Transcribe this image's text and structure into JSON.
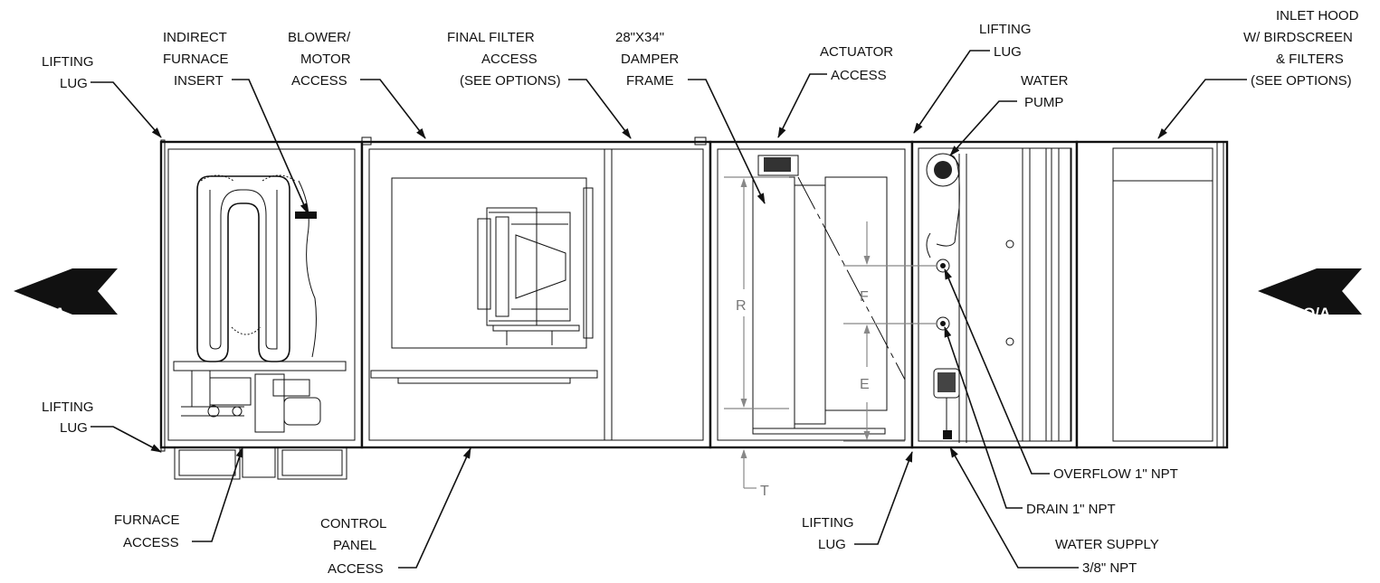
{
  "labels": {
    "lifting_lug_tl": [
      "LIFTING",
      "LUG"
    ],
    "lifting_lug_bl": [
      "LIFTING",
      "LUG"
    ],
    "lifting_lug_tr": [
      "LIFTING",
      "LUG"
    ],
    "lifting_lug_br": [
      "LIFTING",
      "LUG"
    ],
    "indirect_furnace": [
      "INDIRECT",
      "FURNACE",
      "INSERT"
    ],
    "blower_motor": [
      "BLOWER/",
      "MOTOR",
      "ACCESS"
    ],
    "final_filter": [
      "FINAL FILTER",
      "ACCESS",
      "(SEE OPTIONS)"
    ],
    "damper_frame": [
      "28\"X34\"",
      "DAMPER",
      "FRAME"
    ],
    "actuator": [
      "ACTUATOR",
      "ACCESS"
    ],
    "water_pump": [
      "WATER",
      "PUMP"
    ],
    "inlet_hood": [
      "INLET HOOD",
      "W/ BIRDSCREEN",
      "& FILTERS",
      "(SEE OPTIONS)"
    ],
    "furnace_access": [
      "FURNACE",
      "ACCESS"
    ],
    "control_panel": [
      "CONTROL",
      "PANEL",
      "ACCESS"
    ],
    "overflow": "OVERFLOW 1\" NPT",
    "drain": "DRAIN 1\" NPT",
    "water_supply": [
      "WATER SUPPLY",
      "3/8\" NPT"
    ]
  },
  "dimensions": {
    "r": "R",
    "f": "F",
    "e": "E",
    "t": "T"
  },
  "flow": {
    "supply": "S/A",
    "outside": "O/A"
  }
}
